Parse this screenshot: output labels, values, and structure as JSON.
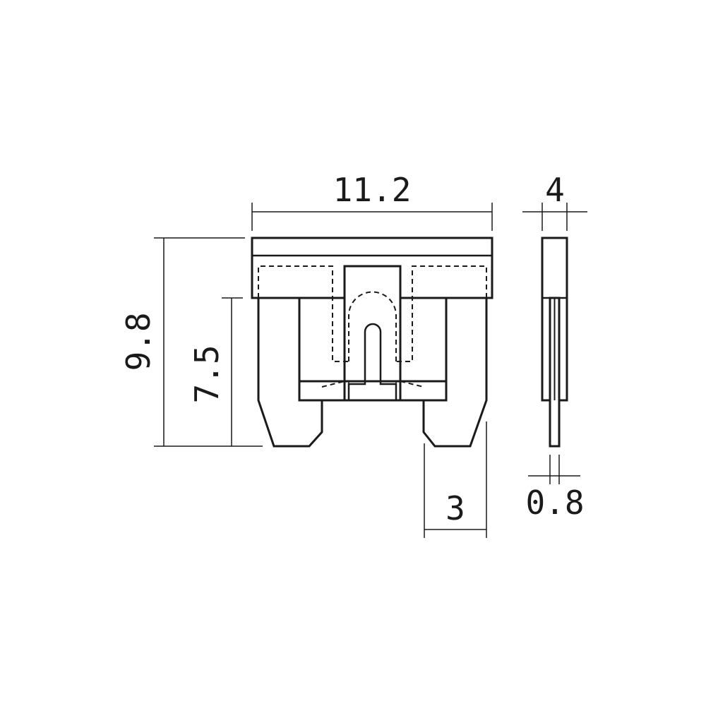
{
  "dimensions": {
    "width": "11.2",
    "height_total": "9.8",
    "height_blade": "7.5",
    "blade_width": "3",
    "thickness": "4",
    "blade_thickness": "0.8"
  }
}
